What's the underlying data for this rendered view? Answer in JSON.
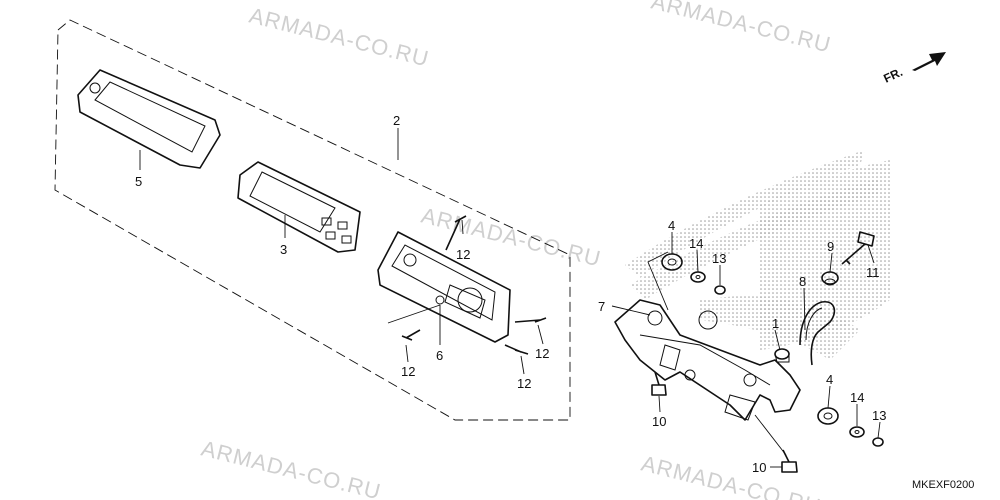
{
  "watermark": "ARMADA-CO.RU",
  "direction_label": "FR.",
  "diagram_code": "MKEXF0200",
  "callouts": {
    "c1": "1",
    "c2": "2",
    "c3": "3",
    "c4a": "4",
    "c4b": "4",
    "c5": "5",
    "c6": "6",
    "c7": "7",
    "c8": "8",
    "c9": "9",
    "c10a": "10",
    "c10b": "10",
    "c11": "11",
    "c12a": "12",
    "c12b": "12",
    "c12c": "12",
    "c12d": "12",
    "c13a": "13",
    "c13b": "13",
    "c14a": "14",
    "c14b": "14"
  }
}
